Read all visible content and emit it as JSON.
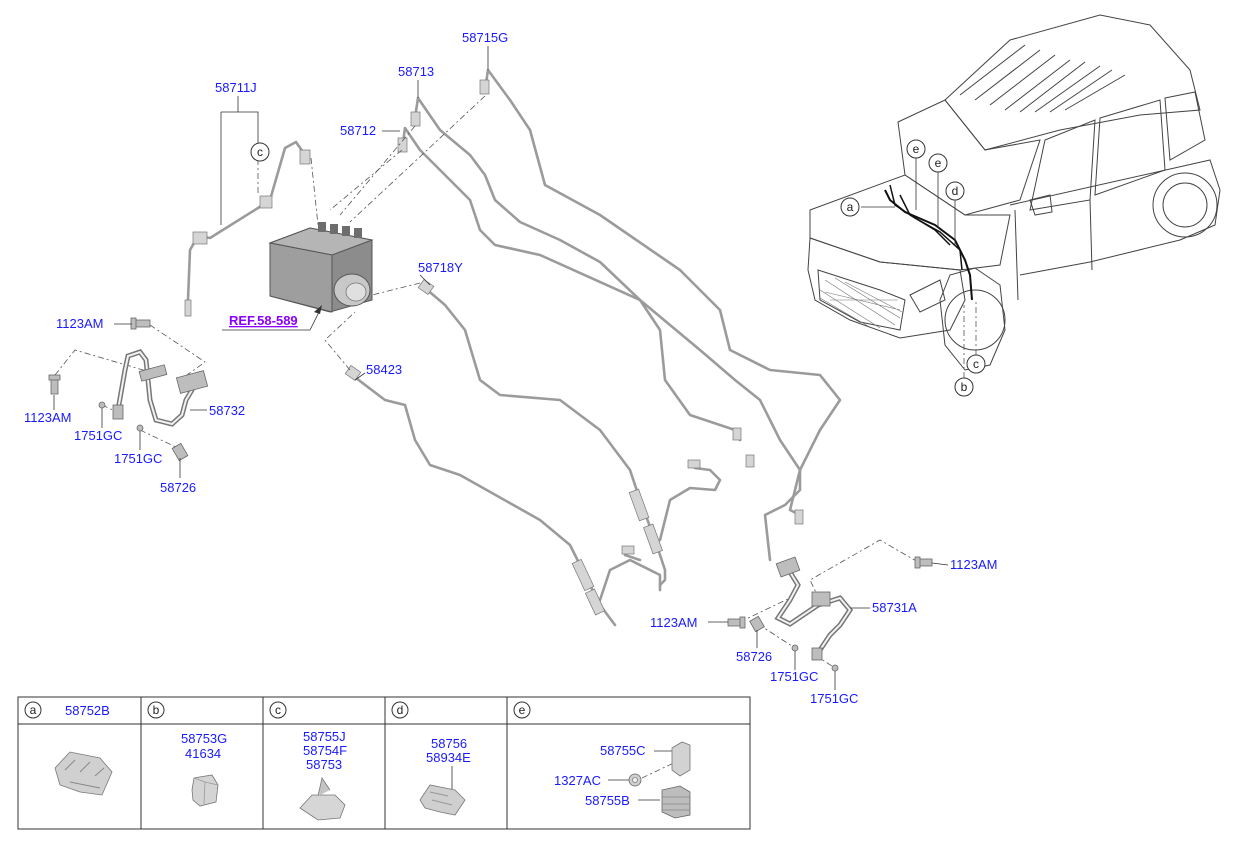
{
  "labels": {
    "p58715G": "58715G",
    "p58713": "58713",
    "p58711J": "58711J",
    "p58712": "58712",
    "ref": "REF.58-589",
    "p58718Y": "58718Y",
    "p58423": "58423",
    "b1123AM_a": "1123AM",
    "b1123AM_b": "1123AM",
    "p58732": "58732",
    "c1751GC_a": "1751GC",
    "c1751GC_b": "1751GC",
    "p58726_a": "58726",
    "b1123AM_c": "1123AM",
    "p58731A": "58731A",
    "b1123AM_d": "1123AM",
    "p58726_b": "58726",
    "c1751GC_c": "1751GC",
    "c1751GC_d": "1751GC"
  },
  "callouts": {
    "c_main": "c",
    "car_a": "a",
    "car_e1": "e",
    "car_e2": "e",
    "car_d": "d",
    "car_c": "c",
    "car_b": "b"
  },
  "table": {
    "a_letter": "a",
    "a_part": "58752B",
    "b_letter": "b",
    "b_part1": "58753G",
    "b_part2": "41634",
    "c_letter": "c",
    "c_part1": "58755J",
    "c_part2": "58754F",
    "c_part3": "58753",
    "d_letter": "d",
    "d_part1": "58756",
    "d_part2": "58934E",
    "e_letter": "e",
    "e_part1": "58755C",
    "e_part2": "1327AC",
    "e_part3": "58755B"
  },
  "colors": {
    "label": "#1a1aff",
    "reference": "#8a00ff",
    "pipe": "#9b9b9b"
  }
}
